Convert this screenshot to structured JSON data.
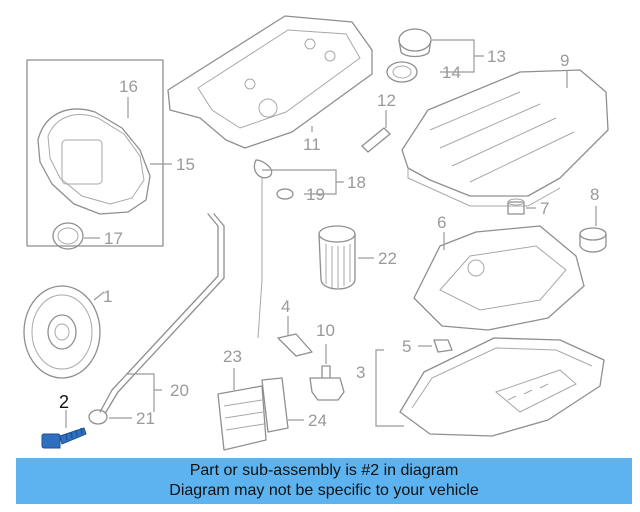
{
  "diagram": {
    "highlighted_part": "2",
    "highlight_color": "#2f6fc0",
    "callouts": {
      "c1": "1",
      "c2": "2",
      "c3": "3",
      "c4": "4",
      "c5": "5",
      "c6": "6",
      "c7": "7",
      "c8": "8",
      "c9": "9",
      "c10": "10",
      "c11": "11",
      "c12": "12",
      "c13": "13",
      "c14": "14",
      "c15": "15",
      "c16": "16",
      "c17": "17",
      "c18": "18",
      "c19": "19",
      "c20": "20",
      "c21": "21",
      "c22": "22",
      "c23": "23",
      "c24": "24"
    }
  },
  "banner": {
    "background": "#5cb3ef",
    "line1": "Part or sub-assembly is #2 in diagram",
    "line2": "Diagram may not be specific to your vehicle"
  }
}
